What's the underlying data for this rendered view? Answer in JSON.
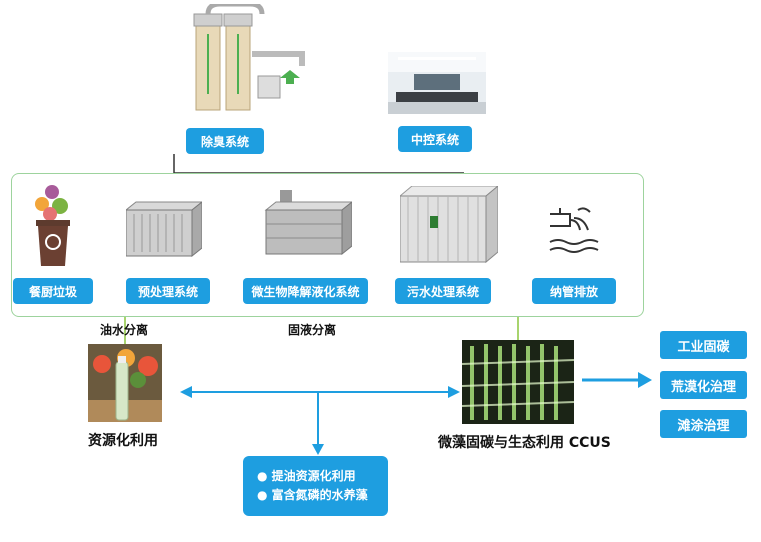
{
  "top_modules": {
    "deodor": "除臭系统",
    "control": "中控系统"
  },
  "process": {
    "kitchen_waste": "餐厨垃圾",
    "pretreatment": "预处理系统",
    "microbial": "微生物降解液化系统",
    "sewage": "污水处理系统",
    "discharge": "纳管排放"
  },
  "separation": {
    "oil_water": "油水分离",
    "solid_liquid": "固液分离"
  },
  "utilization": {
    "resource": "资源化利用",
    "ccus": "微藻固碳与生态利用 CCUS"
  },
  "side_buttons": {
    "industrial": "工业固碳",
    "desert": "荒漠化治理",
    "tidal": "滩涂治理"
  },
  "outcomes": {
    "item1": "提油资源化利用",
    "item2": "富含氮磷的水养藻",
    "bullet": "●"
  },
  "colors": {
    "accent": "#1e9ee0",
    "frame": "#9dd39d",
    "arrow_gray": "#8fb4d6"
  }
}
